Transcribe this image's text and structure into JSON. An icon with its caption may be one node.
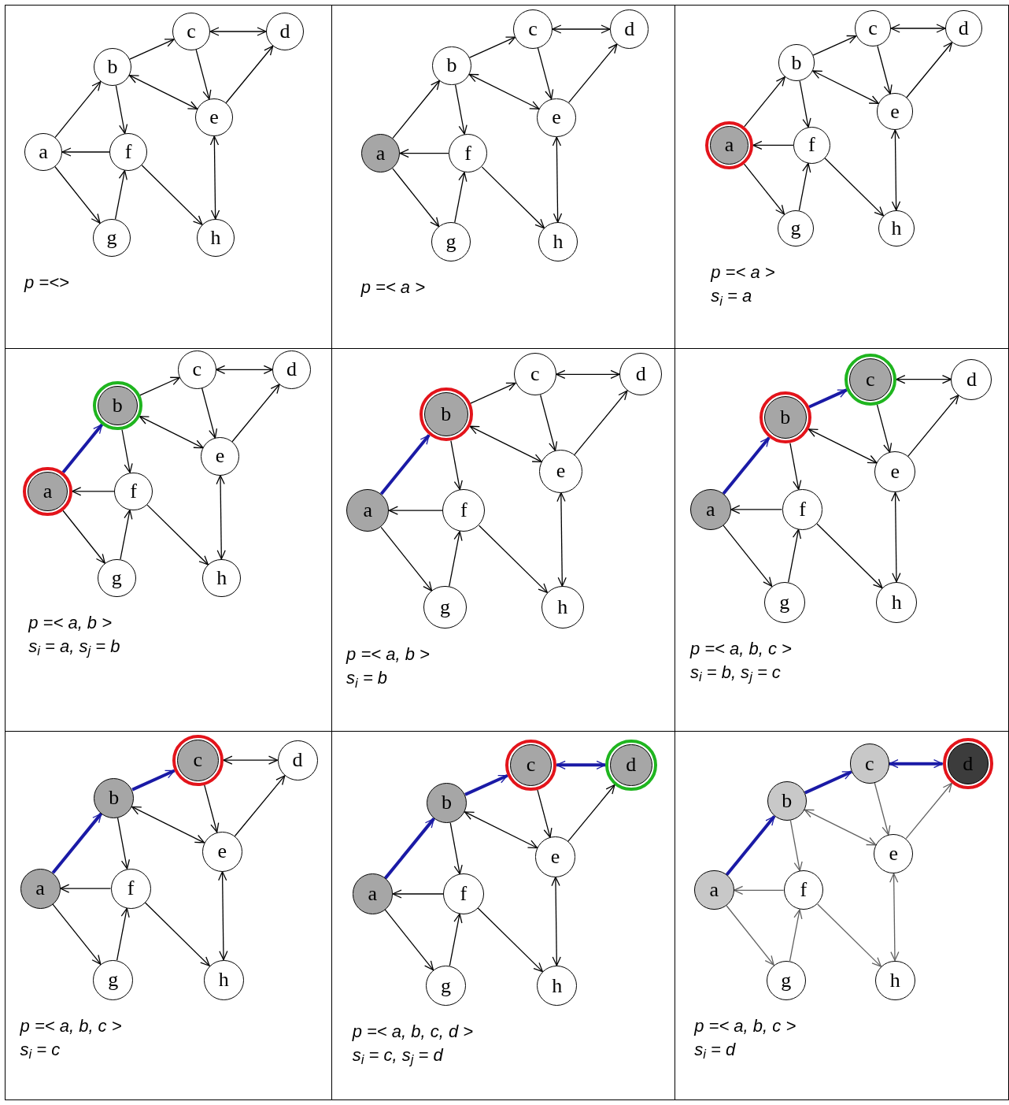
{
  "diagram": {
    "nodes": [
      {
        "text": [
          "p =<>"
        ]
      },
      {
        "text": [
          "a"
        ],
        "in": 0
      },
      {
        "text": [
          "b"
        ],
        "in": 0
      },
      {
        "text": [
          "c"
        ],
        "in": 0
      },
      {
        "text": [
          "d"
        ],
        "in": 0
      },
      {
        "text": [
          "e"
        ],
        "in": 0
      },
      {
        "text": [
          "f"
        ],
        "in": 0
      },
      {
        "text": [
          "g"
        ],
        "in": 0
      },
      {
        "text": [
          "h"
        ],
        "in": 0
      },
      {
        "text": [
          "p =< a >"
        ]
      },
      {
        "text": [
          "a"
        ],
        "in": 9
      },
      {
        "text": [
          "b"
        ],
        "in": 9
      },
      {
        "text": [
          "c"
        ],
        "in": 9
      },
      {
        "text": [
          "d"
        ],
        "in": 9
      },
      {
        "text": [
          "e"
        ],
        "in": 9
      },
      {
        "text": [
          "f"
        ],
        "in": 9
      },
      {
        "text": [
          "g"
        ],
        "in": 9
      },
      {
        "text": [
          "h"
        ],
        "in": 9
      },
      {
        "text": [
          "p =< a >",
          "s$_{i}$ = a"
        ]
      },
      {
        "text": [
          "a"
        ],
        "in": 18
      },
      {
        "text": [
          "b"
        ],
        "in": 18
      },
      {
        "text": [
          "c"
        ],
        "in": 18
      },
      {
        "text": [
          "d"
        ],
        "in": 18
      },
      {
        "text": [
          "e"
        ],
        "in": 18
      },
      {
        "text": [
          "f"
        ],
        "in": 18
      },
      {
        "text": [
          "g"
        ],
        "in": 18
      },
      {
        "text": [
          "h"
        ],
        "in": 18
      },
      {
        "text": [
          "p =< a, b >",
          "s$_{i}$ = a, s$_{j}$ = b"
        ]
      },
      {
        "text": [
          "a"
        ],
        "in": 27
      },
      {
        "text": [
          "b"
        ],
        "in": 27
      },
      {
        "text": [
          "c"
        ],
        "in": 27
      },
      {
        "text": [
          "d"
        ],
        "in": 27
      },
      {
        "text": [
          "e"
        ],
        "in": 27
      },
      {
        "text": [
          "f"
        ],
        "in": 27
      },
      {
        "text": [
          "g"
        ],
        "in": 27
      },
      {
        "text": [
          "h"
        ],
        "in": 27
      },
      {
        "text": [
          "p =< a, b >",
          "s$_{i}$ = b"
        ]
      },
      {
        "text": [
          "a"
        ],
        "in": 36
      },
      {
        "text": [
          "b"
        ],
        "in": 36
      },
      {
        "text": [
          "c"
        ],
        "in": 36
      },
      {
        "text": [
          "d"
        ],
        "in": 36
      },
      {
        "text": [
          "e"
        ],
        "in": 36
      },
      {
        "text": [
          "f"
        ],
        "in": 36
      },
      {
        "text": [
          "g"
        ],
        "in": 36
      },
      {
        "text": [
          "h"
        ],
        "in": 36
      },
      {
        "text": [
          "p =< a, b, c >",
          "s$_{i}$ = b, s$_{j}$ = c"
        ]
      },
      {
        "text": [
          "a"
        ],
        "in": 45
      },
      {
        "text": [
          "b"
        ],
        "in": 45
      },
      {
        "text": [
          "c"
        ],
        "in": 45
      },
      {
        "text": [
          "d"
        ],
        "in": 45
      },
      {
        "text": [
          "e"
        ],
        "in": 45
      },
      {
        "text": [
          "f"
        ],
        "in": 45
      },
      {
        "text": [
          "g"
        ],
        "in": 45
      },
      {
        "text": [
          "h"
        ],
        "in": 45
      },
      {
        "text": [
          "p =< a, b, c >",
          "s$_{i}$ = c"
        ]
      },
      {
        "text": [
          "a"
        ],
        "in": 54
      },
      {
        "text": [
          "b"
        ],
        "in": 54
      },
      {
        "text": [
          "c"
        ],
        "in": 54
      },
      {
        "text": [
          "d"
        ],
        "in": 54
      },
      {
        "text": [
          "e"
        ],
        "in": 54
      },
      {
        "text": [
          "f"
        ],
        "in": 54
      },
      {
        "text": [
          "g"
        ],
        "in": 54
      },
      {
        "text": [
          "h"
        ],
        "in": 54
      },
      {
        "text": [
          "p =< a, b, c, d >",
          "s$_{i}$ = c, s$_{j}$ = d"
        ]
      },
      {
        "text": [
          "a"
        ],
        "in": 63
      },
      {
        "text": [
          "b"
        ],
        "in": 63
      },
      {
        "text": [
          "c"
        ],
        "in": 63
      },
      {
        "text": [
          "d"
        ],
        "in": 63
      },
      {
        "text": [
          "e"
        ],
        "in": 63
      },
      {
        "text": [
          "f"
        ],
        "in": 63
      },
      {
        "text": [
          "g"
        ],
        "in": 63
      },
      {
        "text": [
          "h"
        ],
        "in": 63
      },
      {
        "text": [
          "p =< a, b, c >",
          "s$_{i}$ = d"
        ]
      },
      {
        "text": [
          "a"
        ],
        "in": 72
      },
      {
        "text": [
          "b"
        ],
        "in": 72
      },
      {
        "text": [
          "c"
        ],
        "in": 72
      },
      {
        "text": [
          "d"
        ],
        "in": 72
      },
      {
        "text": [
          "e"
        ],
        "in": 72
      },
      {
        "text": [
          "f"
        ],
        "in": 72
      },
      {
        "text": [
          "g"
        ],
        "in": 72
      },
      {
        "text": [
          "h"
        ],
        "in": 72
      }
    ],
    "edges": [
      {
        "from": 1,
        "to": 2,
        "arrow": "to"
      },
      {
        "from": 2,
        "to": 3,
        "arrow": "to"
      },
      {
        "from": 3,
        "to": 4,
        "arrow": "both"
      },
      {
        "from": 3,
        "to": 5,
        "arrow": "to"
      },
      {
        "from": 2,
        "to": 5,
        "arrow": "both"
      },
      {
        "from": 5,
        "to": 4,
        "arrow": "to"
      },
      {
        "from": 2,
        "to": 6,
        "arrow": "to"
      },
      {
        "from": 6,
        "to": 1,
        "arrow": "to"
      },
      {
        "from": 1,
        "to": 7,
        "arrow": "to"
      },
      {
        "from": 7,
        "to": 6,
        "arrow": "to"
      },
      {
        "from": 6,
        "to": 8,
        "arrow": "to"
      },
      {
        "from": 5,
        "to": 8,
        "arrow": "both"
      },
      {
        "from": 10,
        "to": 11,
        "arrow": "to"
      },
      {
        "from": 11,
        "to": 12,
        "arrow": "to"
      },
      {
        "from": 12,
        "to": 13,
        "arrow": "both"
      },
      {
        "from": 12,
        "to": 14,
        "arrow": "to"
      },
      {
        "from": 11,
        "to": 14,
        "arrow": "both"
      },
      {
        "from": 14,
        "to": 13,
        "arrow": "to"
      },
      {
        "from": 11,
        "to": 15,
        "arrow": "to"
      },
      {
        "from": 15,
        "to": 10,
        "arrow": "to"
      },
      {
        "from": 10,
        "to": 16,
        "arrow": "to"
      },
      {
        "from": 16,
        "to": 15,
        "arrow": "to"
      },
      {
        "from": 15,
        "to": 17,
        "arrow": "to"
      },
      {
        "from": 14,
        "to": 17,
        "arrow": "both"
      },
      {
        "from": 19,
        "to": 20,
        "arrow": "to"
      },
      {
        "from": 20,
        "to": 21,
        "arrow": "to"
      },
      {
        "from": 21,
        "to": 22,
        "arrow": "both"
      },
      {
        "from": 21,
        "to": 23,
        "arrow": "to"
      },
      {
        "from": 20,
        "to": 23,
        "arrow": "both"
      },
      {
        "from": 23,
        "to": 22,
        "arrow": "to"
      },
      {
        "from": 20,
        "to": 24,
        "arrow": "to"
      },
      {
        "from": 24,
        "to": 19,
        "arrow": "to"
      },
      {
        "from": 19,
        "to": 25,
        "arrow": "to"
      },
      {
        "from": 25,
        "to": 24,
        "arrow": "to"
      },
      {
        "from": 24,
        "to": 26,
        "arrow": "to"
      },
      {
        "from": 23,
        "to": 26,
        "arrow": "both"
      },
      {
        "from": 28,
        "to": 29,
        "arrow": "to",
        "style": "thick",
        "color": "#1a1aa6"
      },
      {
        "from": 29,
        "to": 30,
        "arrow": "to"
      },
      {
        "from": 30,
        "to": 31,
        "arrow": "both"
      },
      {
        "from": 30,
        "to": 32,
        "arrow": "to"
      },
      {
        "from": 29,
        "to": 32,
        "arrow": "both"
      },
      {
        "from": 32,
        "to": 31,
        "arrow": "to"
      },
      {
        "from": 29,
        "to": 33,
        "arrow": "to"
      },
      {
        "from": 33,
        "to": 28,
        "arrow": "to"
      },
      {
        "from": 28,
        "to": 34,
        "arrow": "to"
      },
      {
        "from": 34,
        "to": 33,
        "arrow": "to"
      },
      {
        "from": 33,
        "to": 35,
        "arrow": "to"
      },
      {
        "from": 32,
        "to": 35,
        "arrow": "both"
      },
      {
        "from": 37,
        "to": 38,
        "arrow": "to",
        "style": "thick",
        "color": "#1a1aa6"
      },
      {
        "from": 38,
        "to": 39,
        "arrow": "to"
      },
      {
        "from": 39,
        "to": 40,
        "arrow": "both"
      },
      {
        "from": 39,
        "to": 41,
        "arrow": "to"
      },
      {
        "from": 38,
        "to": 41,
        "arrow": "both"
      },
      {
        "from": 41,
        "to": 40,
        "arrow": "to"
      },
      {
        "from": 38,
        "to": 42,
        "arrow": "to"
      },
      {
        "from": 42,
        "to": 37,
        "arrow": "to"
      },
      {
        "from": 37,
        "to": 43,
        "arrow": "to"
      },
      {
        "from": 43,
        "to": 42,
        "arrow": "to"
      },
      {
        "from": 42,
        "to": 44,
        "arrow": "to"
      },
      {
        "from": 41,
        "to": 44,
        "arrow": "both"
      },
      {
        "from": 46,
        "to": 47,
        "arrow": "to",
        "style": "thick",
        "color": "#1a1aa6"
      },
      {
        "from": 47,
        "to": 48,
        "arrow": "to",
        "style": "thick",
        "color": "#1a1aa6"
      },
      {
        "from": 48,
        "to": 49,
        "arrow": "both"
      },
      {
        "from": 48,
        "to": 50,
        "arrow": "to"
      },
      {
        "from": 47,
        "to": 50,
        "arrow": "both"
      },
      {
        "from": 50,
        "to": 49,
        "arrow": "to"
      },
      {
        "from": 47,
        "to": 51,
        "arrow": "to"
      },
      {
        "from": 51,
        "to": 46,
        "arrow": "to"
      },
      {
        "from": 46,
        "to": 52,
        "arrow": "to"
      },
      {
        "from": 52,
        "to": 51,
        "arrow": "to"
      },
      {
        "from": 51,
        "to": 53,
        "arrow": "to"
      },
      {
        "from": 50,
        "to": 53,
        "arrow": "both"
      },
      {
        "from": 55,
        "to": 56,
        "arrow": "to",
        "style": "thick",
        "color": "#1a1aa6"
      },
      {
        "from": 56,
        "to": 57,
        "arrow": "to",
        "style": "thick",
        "color": "#1a1aa6"
      },
      {
        "from": 57,
        "to": 58,
        "arrow": "both"
      },
      {
        "from": 57,
        "to": 59,
        "arrow": "to"
      },
      {
        "from": 56,
        "to": 59,
        "arrow": "both"
      },
      {
        "from": 59,
        "to": 58,
        "arrow": "to"
      },
      {
        "from": 56,
        "to": 60,
        "arrow": "to"
      },
      {
        "from": 60,
        "to": 55,
        "arrow": "to"
      },
      {
        "from": 55,
        "to": 61,
        "arrow": "to"
      },
      {
        "from": 61,
        "to": 60,
        "arrow": "to"
      },
      {
        "from": 60,
        "to": 62,
        "arrow": "to"
      },
      {
        "from": 59,
        "to": 62,
        "arrow": "both"
      },
      {
        "from": 64,
        "to": 65,
        "arrow": "to",
        "style": "thick",
        "color": "#1a1aa6"
      },
      {
        "from": 65,
        "to": 66,
        "arrow": "to",
        "style": "thick",
        "color": "#1a1aa6"
      },
      {
        "from": 66,
        "to": 67,
        "arrow": "both",
        "style": "thick",
        "color": "#1a1aa6"
      },
      {
        "from": 66,
        "to": 68,
        "arrow": "to"
      },
      {
        "from": 65,
        "to": 68,
        "arrow": "both"
      },
      {
        "from": 68,
        "to": 67,
        "arrow": "to"
      },
      {
        "from": 65,
        "to": 69,
        "arrow": "to"
      },
      {
        "from": 69,
        "to": 64,
        "arrow": "to"
      },
      {
        "from": 64,
        "to": 70,
        "arrow": "to"
      },
      {
        "from": 70,
        "to": 69,
        "arrow": "to"
      },
      {
        "from": 69,
        "to": 71,
        "arrow": "to"
      },
      {
        "from": 68,
        "to": 71,
        "arrow": "both"
      },
      {
        "from": 73,
        "to": 74,
        "arrow": "to",
        "style": "thick",
        "color": "#1a1aa6"
      },
      {
        "from": 74,
        "to": 75,
        "arrow": "to",
        "style": "thick",
        "color": "#1a1aa6"
      },
      {
        "from": 75,
        "to": 76,
        "arrow": "both",
        "style": "thick",
        "color": "#1a1aa6"
      },
      {
        "from": 75,
        "to": 77,
        "arrow": "to",
        "color": "#606060"
      },
      {
        "from": 74,
        "to": 77,
        "arrow": "both",
        "color": "#606060"
      },
      {
        "from": 77,
        "to": 76,
        "arrow": "to",
        "color": "#606060"
      },
      {
        "from": 74,
        "to": 78,
        "arrow": "to",
        "color": "#606060"
      },
      {
        "from": 78,
        "to": 73,
        "arrow": "to",
        "color": "#606060"
      },
      {
        "from": 73,
        "to": 79,
        "arrow": "to",
        "color": "#606060"
      },
      {
        "from": 79,
        "to": 78,
        "arrow": "to",
        "color": "#606060"
      },
      {
        "from": 78,
        "to": 80,
        "arrow": "to",
        "color": "#606060"
      },
      {
        "from": 77,
        "to": 80,
        "arrow": "both",
        "color": "#606060"
      }
    ]
  }
}
